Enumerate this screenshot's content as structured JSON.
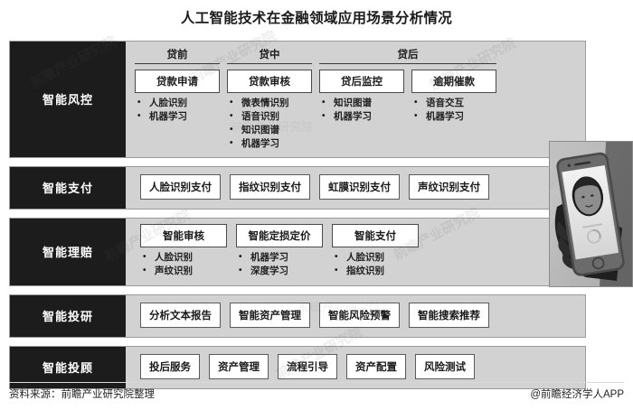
{
  "title": "人工智能技术在金融领域应用场景分析情况",
  "watermark": {
    "texts": [
      "前瞻产业研究院",
      "前瞻产业研究院",
      "前瞻产业研究院",
      "前瞻产业研究院",
      "前瞻产业研究院",
      "前瞻产业研究院"
    ],
    "brand": "前瞻产业研究院",
    "brand2": "前瞻产业研究院"
  },
  "colors": {
    "label_bg": "#1c1c1c",
    "label_text": "#ffffff",
    "body_bg": "#d2d2d2",
    "box_bg": "#ffffff",
    "box_border": "#4a4a4a",
    "page_bg": "#ffffff"
  },
  "rows": [
    {
      "label": "智能风控",
      "type": "phases",
      "phases": [
        {
          "head": "贷前",
          "cards": [
            {
              "title": "贷款申请",
              "items": [
                "人脸识别",
                "机器学习"
              ]
            }
          ]
        },
        {
          "head": "贷中",
          "cards": [
            {
              "title": "贷款审核",
              "items": [
                "微表情识别",
                "语音识别",
                "知识图谱",
                "机器学习"
              ]
            }
          ]
        },
        {
          "head": "贷后",
          "cards": [
            {
              "title": "贷后监控",
              "items": [
                "知识图谱",
                "机器学习"
              ]
            },
            {
              "title": "逾期催款",
              "items": [
                "语音交互",
                "机器学习"
              ]
            }
          ]
        }
      ]
    },
    {
      "label": "智能支付",
      "type": "pills",
      "pills": [
        "人脸识别支付",
        "指纹识别支付",
        "虹膜识别支付",
        "声纹识别支付"
      ]
    },
    {
      "label": "智能理赔",
      "type": "groups",
      "groups": [
        {
          "title": "智能审核",
          "items": [
            "人脸识别",
            "声纹识别"
          ]
        },
        {
          "title": "智能定损定价",
          "items": [
            "机器学习",
            "深度学习"
          ]
        },
        {
          "title": "智能支付",
          "items": [
            "人脸识别",
            "指纹识别"
          ]
        }
      ]
    },
    {
      "label": "智能投研",
      "type": "pills",
      "pills": [
        "分析文本报告",
        "智能资产管理",
        "智能风险预警",
        "智能搜索推荐"
      ]
    },
    {
      "label": "智能投顾",
      "type": "pills",
      "pills": [
        "投后服务",
        "资产管理",
        "流程引导",
        "资产配置",
        "风险测试"
      ]
    }
  ],
  "photo": {
    "caption": "手持智能手机人脸识别照片"
  },
  "footer": {
    "source": "资料来源：前瞻产业研究院整理",
    "credit": "@前瞻经济学人APP"
  }
}
